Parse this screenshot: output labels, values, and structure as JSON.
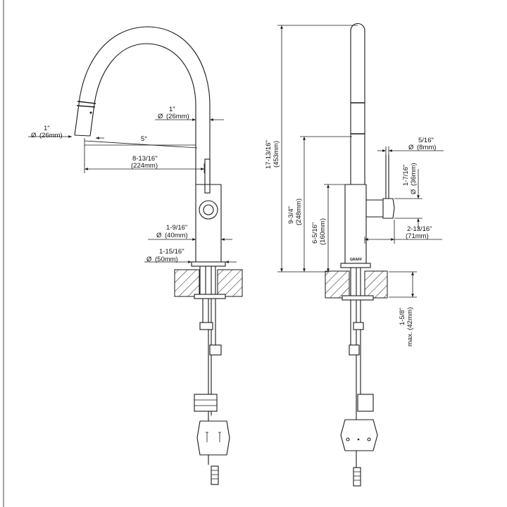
{
  "front_view": {
    "spray_diameter": {
      "value": "1\"",
      "metric": "(26mm)",
      "symbol": "Ø"
    },
    "tube_diameter": {
      "value": "1\"",
      "metric": "(26mm)",
      "symbol": "Ø"
    },
    "angle": "5°",
    "reach": {
      "value": "8-13/16\"",
      "metric": "(224mm)"
    },
    "body_diameter": {
      "value": "1-9/16\"",
      "metric": "(40mm)",
      "symbol": "Ø"
    },
    "base_diameter": {
      "value": "1-15/16\"",
      "metric": "(50mm)",
      "symbol": "Ø"
    }
  },
  "side_view": {
    "total_height": {
      "value": "17-13/16\"",
      "metric": "(453mm)"
    },
    "spout_height": {
      "value": "9-3/4\"",
      "metric": "(248mm)"
    },
    "body_height": {
      "value": "6-5/16\"",
      "metric": "(160mm)"
    },
    "handle_diameter": {
      "value": "5/16\"",
      "metric": "(8mm)",
      "symbol": "Ø"
    },
    "lever_diameter": {
      "value": "1-7/16\"",
      "metric": "(36mm)",
      "symbol": "Ø"
    },
    "lever_reach": {
      "value": "2-13/16\"",
      "metric": "(71mm)"
    },
    "deck_thickness": {
      "value": "1-5/8\"",
      "metric": "max. (42mm)"
    },
    "brand_mark": "GRAFF"
  }
}
